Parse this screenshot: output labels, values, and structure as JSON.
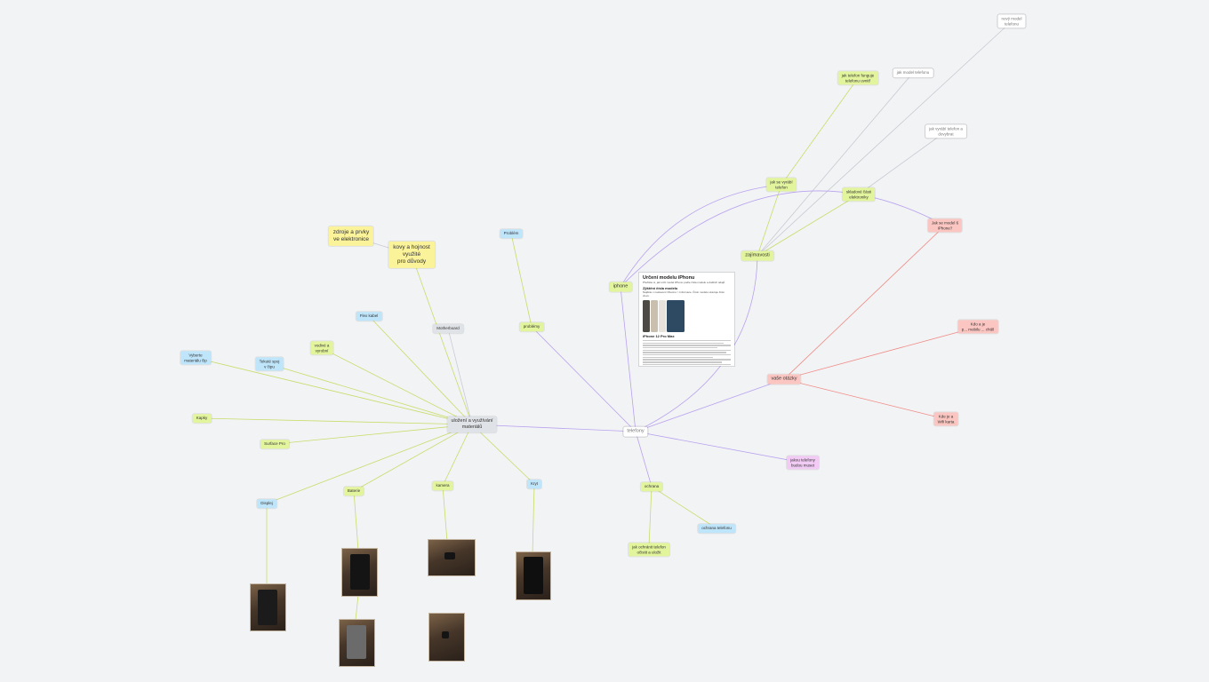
{
  "nodes": {
    "telefony": "telefony",
    "iphone": "iphone",
    "zajimavosti": "zajímavosti",
    "vase_otazky": "vaše otázky",
    "jak_ze_modelu": "Jak se model 6\niPhone?",
    "kdo_je_prodat": "Kdo a je\np... mobilu ... chtěl",
    "kde_je_hezky": "Kde je a\nWifi karta",
    "vyrobce": "jakou telefony\nbudou muset",
    "ochrana": "ochrana",
    "jak_ochranit": "jak ochránit telefon\nočistit a uložit",
    "ochrana_tel": "ochrana telefonu",
    "problem": "Problém",
    "problemy": "problémy",
    "motherboard": "Motherboard",
    "kovy": "kovy a hojnost\nvyužité\npro důvody",
    "zdroje": "zdroje a prvky\nve elektronice",
    "skladove_casti": "skladové části\nelektroniky",
    "jak_se_vyrabi": "jak se vyrábí\ntelefon",
    "uzsi": "jak telefon funguje\ntelefonu uvnitř",
    "neznamy": "nový model\ntelefonu",
    "vyrob_model": "jak model telefonu",
    "vyrob_kontrola": "jak vyrábí telefon a\ndovybrat",
    "center": "uložení a využívání\nmateriálů",
    "flex_kabel": "Flex kabel",
    "vodici": "vodivé a\nvyrobní",
    "vyberte": "Vyberte\nmateriálu čip",
    "tokovy": "Tekuté spoj\nv čipu",
    "kapky": "Kapky",
    "surface": "Surface Pro",
    "displej": "Displej",
    "baterie": "Baterie",
    "kamera": "kamera",
    "kryt": "Kryt"
  },
  "card": {
    "title": "Určení modelu iPhonu",
    "intro": "Přečtěte si, jak určit model iPhonu podle čísla modelu a dalších údajů.",
    "subtitle": "Zjištění čísla modelu",
    "body": "Najděte v nastavení Obecné > Informace. Číslo modelu ukazuje číslo vlevo.",
    "model": "iPhone 12 Pro Max"
  },
  "colors": {
    "green_edge": "#c8dc6a",
    "purple_edge": "#b9a2ef",
    "red_edge": "#f08a84",
    "gray_edge": "#c7cbd1"
  }
}
